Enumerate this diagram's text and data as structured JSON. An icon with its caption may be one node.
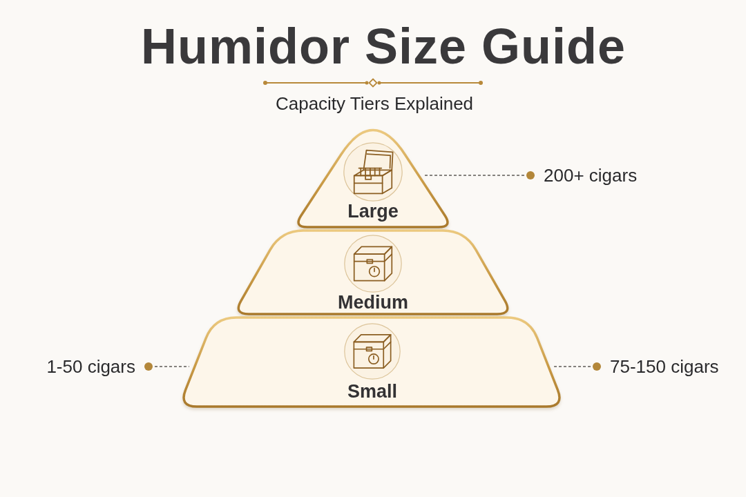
{
  "diagram": {
    "title": "Humidor Size Guide",
    "nodes": [
      {
        "text": [
          "Large"
        ]
      },
      {
        "text": [
          "200+ cigars"
        ]
      },
      {
        "text": [
          "Medium"
        ]
      },
      {
        "text": [
          "1-50 cigars"
        ]
      },
      {
        "text": [
          "Small"
        ]
      },
      {
        "text": [
          "75-150 cigars"
        ]
      }
    ],
    "edges": [
      {
        "from": 1,
        "to": 0,
        "arrow": "other",
        "style": "dashed"
      },
      {
        "from": 3,
        "to": 4,
        "arrow": "other",
        "style": "dashed"
      },
      {
        "from": 5,
        "to": 4,
        "arrow": "other",
        "style": "dashed"
      }
    ],
    "labels": [
      "Capacity Tiers Explained"
    ]
  }
}
